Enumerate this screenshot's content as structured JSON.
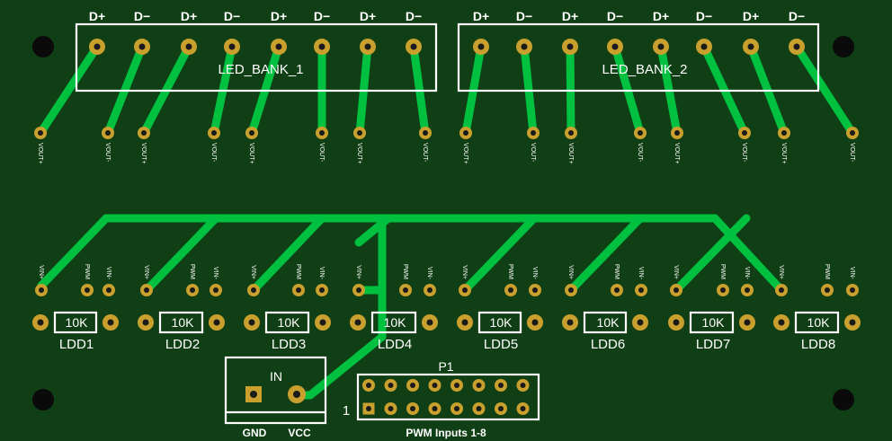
{
  "colors": {
    "board": "#113f15",
    "trace": "#00c040",
    "pad": "#c9a02e",
    "silkscreen": "#ffffff",
    "mount_hole": "#0a0a0a"
  },
  "led_banks": [
    {
      "name": "LED_BANK_1",
      "pins": [
        "D+",
        "D−",
        "D+",
        "D−",
        "D+",
        "D−",
        "D+",
        "D−"
      ]
    },
    {
      "name": "LED_BANK_2",
      "pins": [
        "D+",
        "D−",
        "D+",
        "D−",
        "D+",
        "D−",
        "D+",
        "D−"
      ]
    }
  ],
  "vout_labels": [
    "VOUT+",
    "VOUT-",
    "VOUT+",
    "VOUT-",
    "VOUT+",
    "VOUT-",
    "VOUT+",
    "VOUT-",
    "VOUT+",
    "VOUT-",
    "VOUT+",
    "VOUT-",
    "VOUT+",
    "VOUT-",
    "VOUT+",
    "VOUT-"
  ],
  "driver_pin_labels": [
    "VIN+",
    "PWM",
    "VIN-"
  ],
  "drivers": [
    {
      "name": "LDD1",
      "resistor": "10K"
    },
    {
      "name": "LDD2",
      "resistor": "10K"
    },
    {
      "name": "LDD3",
      "resistor": "10K"
    },
    {
      "name": "LDD4",
      "resistor": "10K"
    },
    {
      "name": "LDD5",
      "resistor": "10K"
    },
    {
      "name": "LDD6",
      "resistor": "10K"
    },
    {
      "name": "LDD7",
      "resistor": "10K"
    },
    {
      "name": "LDD8",
      "resistor": "10K"
    }
  ],
  "power_connector": {
    "title": "IN",
    "pins": [
      "GND",
      "VCC"
    ]
  },
  "pwm_header": {
    "designator": "P1",
    "pin1_marker": "1",
    "caption": "PWM Inputs 1-8"
  }
}
